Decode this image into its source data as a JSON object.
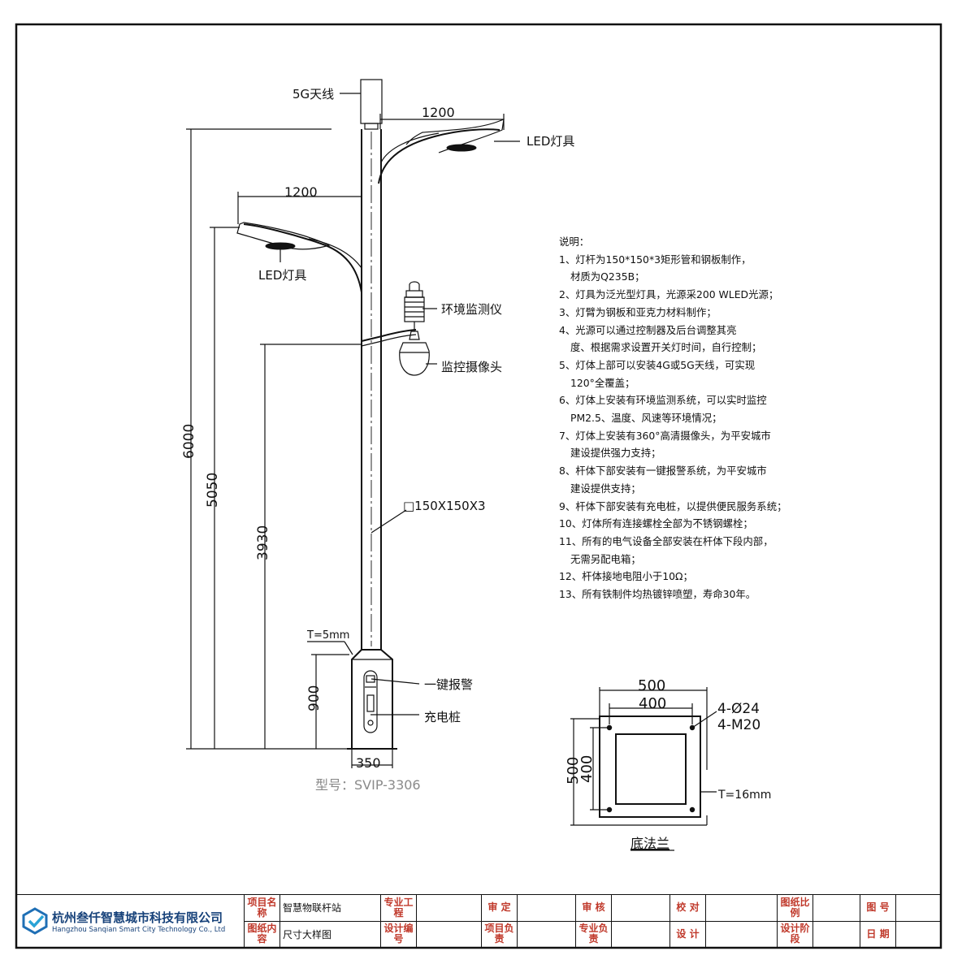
{
  "pole": {
    "label_5g": "5G天线",
    "label_led_top": "LED灯具",
    "label_led_left": "LED灯具",
    "label_env": "环境监测仪",
    "label_camera": "监控摄像头",
    "label_section": "□150X150X3",
    "label_alarm": "一键报警",
    "label_charger": "充电桩",
    "label_thickness": "T=5mm",
    "dim_arm_top": "1200",
    "dim_arm_left": "1200",
    "dim_6000": "6000",
    "dim_5050": "5050",
    "dim_3930": "3930",
    "dim_900": "900",
    "dim_350": "350",
    "model": "型号：SVIP-3306"
  },
  "notes": {
    "title": "说明：",
    "items": [
      "1、灯杆为150*150*3矩形管和钢板制作，",
      "材质为Q235B；",
      "2、灯具为泛光型灯具，光源采200 WLED光源；",
      "3、灯臂为钢板和亚克力材料制作；",
      "4、光源可以通过控制器及后台调整其亮",
      "度、根据需求设置开关灯时间，自行控制；",
      "5、灯体上部可以安装4G或5G天线，可实现",
      "120°全覆盖；",
      "6、灯体上安装有环境监测系统，可以实时监控",
      "PM2.5、温度、风速等环境情况；",
      "7、灯体上安装有360°高清摄像头，为平安城市",
      "建设提供强力支持；",
      "8、杆体下部安装有一键报警系统，为平安城市",
      "建设提供支持；",
      "9、杆体下部安装有充电桩，以提供便民服务系统；",
      "10、灯体所有连接螺栓全部为不锈钢螺栓；",
      "11、所有的电气设备全部安装在杆体下段内部，",
      "无需另配电箱；",
      "12、杆体接地电阻小于10Ω；",
      "13、所有铁制件均热镀锌喷塑，寿命30年。"
    ]
  },
  "flange": {
    "dim_500_top": "500",
    "dim_400_top": "400",
    "dim_500_left": "500",
    "dim_400_left": "400",
    "label_holes": "4-Ø24",
    "label_bolts": "4-M20",
    "label_thickness": "T=16mm",
    "title": "底法兰"
  },
  "titleblock": {
    "company_cn": "杭州叁仟智慧城市科技有限公司",
    "company_en": "Hangzhou Sanqian Smart City Technology Co., Ltd",
    "k_project": "项目名称",
    "v_project": "智慧物联杆站",
    "k_content": "图纸内容",
    "v_content": "尺寸大样图",
    "k_discipline": "专业工程",
    "k_design_no": "设计编号",
    "k_review": "审 定",
    "k_project_lead": "项目负责",
    "k_check": "审 核",
    "k_discipline_lead": "专业负责",
    "k_proof": "校 对",
    "k_design": "设 计",
    "k_scale": "图纸比例",
    "k_stage": "设计阶段",
    "k_drawing_no": "图 号",
    "k_date": "日 期"
  }
}
